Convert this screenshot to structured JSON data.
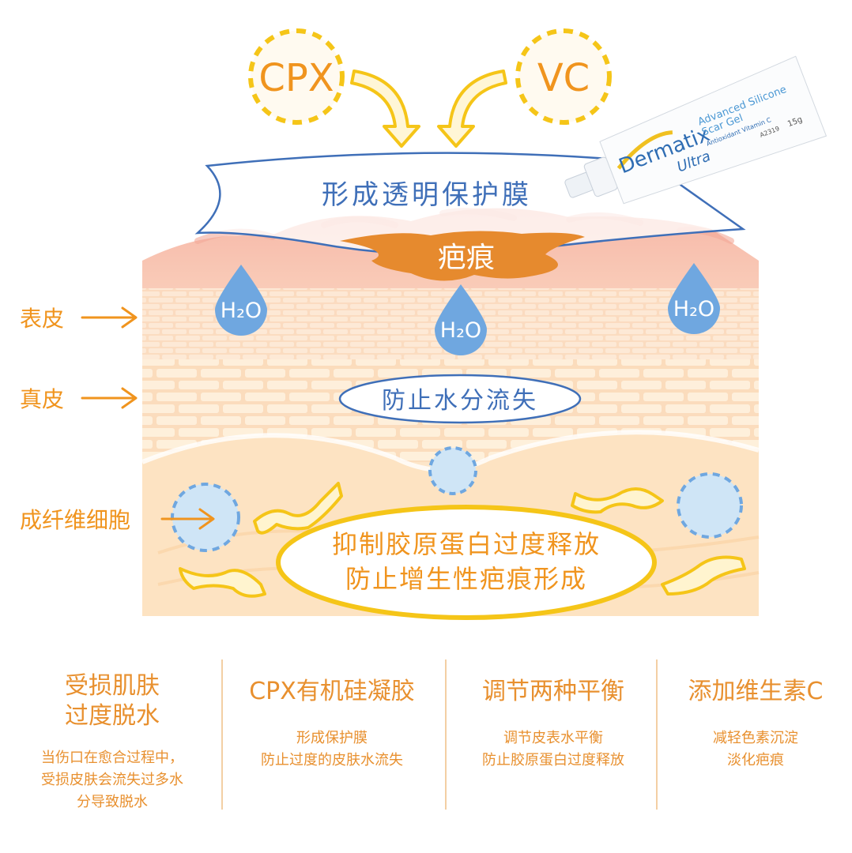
{
  "top": {
    "badges": [
      {
        "label": "CPX"
      },
      {
        "label": "VC"
      }
    ],
    "product": {
      "brand": "Dermatix",
      "sub": "Ultra",
      "line1": "Advanced Silicone",
      "line2": "Scar Gel",
      "line3": "Antioxidant Vitamin C",
      "lot": "A2319",
      "size": "15g"
    }
  },
  "diagram": {
    "film_label": "形成透明保护膜",
    "scar_label": "疤痕",
    "water_label": "H₂O",
    "moisture_label": "防止水分流失",
    "collagen_line1": "抑制胶原蛋白过度释放",
    "collagen_line2": "防止增生性疤痕形成",
    "side_labels": [
      {
        "text": "表皮"
      },
      {
        "text": "真皮"
      },
      {
        "text": "成纤维细胞"
      }
    ]
  },
  "columns": [
    {
      "title": "受损肌肤\n过度脱水",
      "desc": "当伤口在愈合过程中，\n受损皮肤会流失过多水\n分导致脱水"
    },
    {
      "title": "CPX有机硅凝胶",
      "desc": "形成保护膜\n防止过度的皮肤水流失"
    },
    {
      "title": "调节两种平衡",
      "desc": "调节皮表水平衡\n防止胶原蛋白过度释放"
    },
    {
      "title": "添加维生素C",
      "desc": "减轻色素沉淀\n淡化疤痕"
    }
  ],
  "colors": {
    "accent": "#f0941e",
    "yellow": "#f5c518",
    "blue": "#3f78c4",
    "water": "#6fa7e0",
    "scar": "#e68a2e",
    "skin": "#fbe0bd"
  }
}
